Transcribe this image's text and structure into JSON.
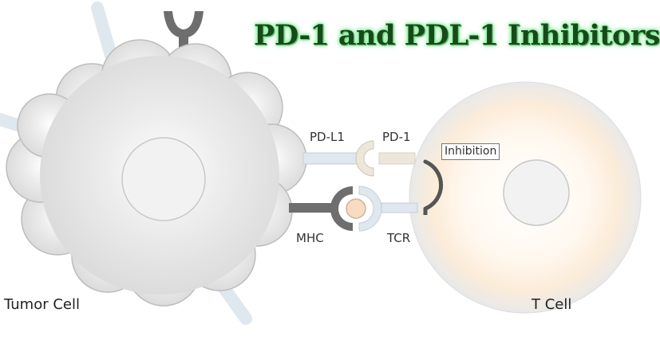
{
  "title": "PD-1 and PDL-1 Inhibitors",
  "labels": {
    "pdl1": "PD-L1",
    "pd1": "PD-1",
    "inhibition": "Inhibition",
    "mhc": "MHC",
    "tcr": "TCR",
    "tumor_cell": "Tumor Cell",
    "t_cell": "T Cell"
  },
  "colors": {
    "tumor_cell": "#d8d8d8",
    "nucleus": "#f2f2f2",
    "t_cell_glow": "#fbe9d4",
    "light_blue_receptor": "#dfe7ef",
    "dark_receptor": "#6e6e6e",
    "pdl1_tan": "#ece7da",
    "antigen": "#f6dcc2",
    "title_text": "#174a1a",
    "title_glow": "#7cf08e"
  },
  "icons": [
    "y-shaped-receptor-icon",
    "inhibition-bracket-icon"
  ]
}
